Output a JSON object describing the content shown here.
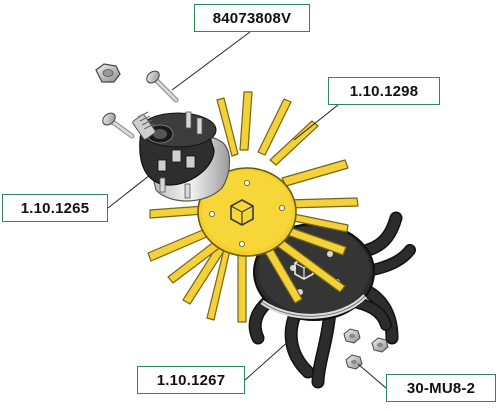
{
  "diagram": {
    "colors": {
      "tine_yellow": "#f2d13a",
      "tine_outline": "#7a6410",
      "disc_yellow": "#f4cf2a",
      "black_part": "#2c2c2c",
      "black_part_edge": "#111111",
      "metal": "#d9d9d9",
      "callout_border": "#2e8a5a",
      "leader_line": "#222222"
    },
    "icons": [
      "cube-logo-icon",
      "nut-icon",
      "bolt-icon",
      "bearing-housing-icon"
    ],
    "labels": {
      "part_bolt": "84073808V",
      "part_tine_wheel": "1.10.1298",
      "part_bearing": "1.10.1265",
      "part_black_wheel": "1.10.1267",
      "part_nuts": "30-MU8-2"
    }
  }
}
